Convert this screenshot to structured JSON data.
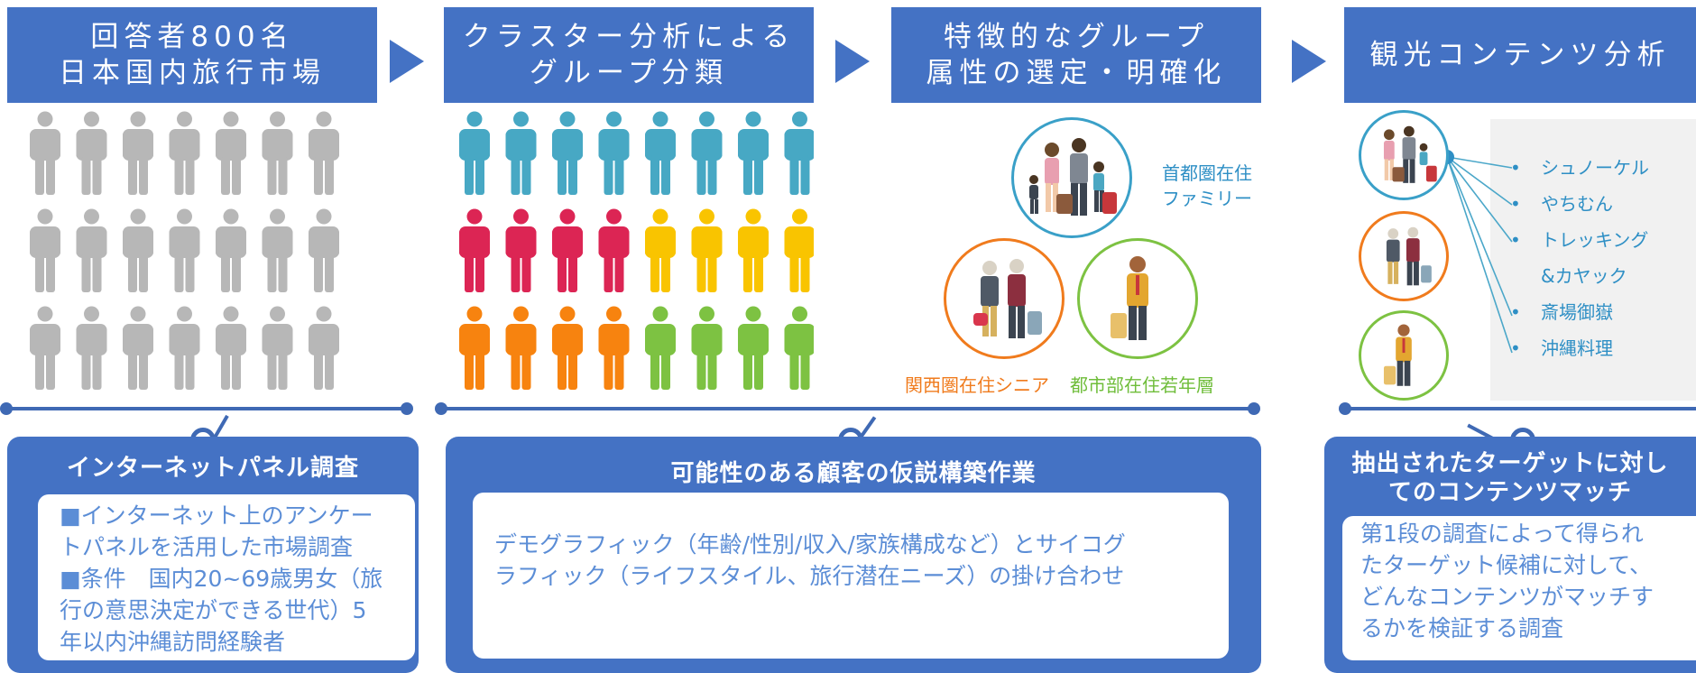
{
  "colors": {
    "header_blue": "#4472c4",
    "person_gray": "#b7b7b7",
    "teal": "#47a8c4",
    "crimson": "#dc2554",
    "amber": "#f9c400",
    "orange": "#f7830f",
    "green": "#7dc242",
    "ring_teal": "#3aa0c8",
    "ring_orange": "#f07b1d",
    "ring_green": "#7dc242"
  },
  "step1": {
    "title_line1": "回答者800名",
    "title_line2": "日本国内旅行市場"
  },
  "step2": {
    "title_line1": "クラスター分析による",
    "title_line2": "グループ分類"
  },
  "step3": {
    "title_line1": "特徴的なグループ",
    "title_line2": "属性の選定・明確化",
    "groups": [
      {
        "label_line1": "首都圏在住",
        "label_line2": "ファミリー",
        "icon": "family-illustration"
      },
      {
        "label": "関西圏在住シニア",
        "icon": "senior-couple-illustration"
      },
      {
        "label": "都市部在住若年層",
        "icon": "young-traveler-illustration"
      }
    ]
  },
  "step4": {
    "title": "観光コンテンツ分析",
    "contents": [
      {
        "line1": "シュノーケル"
      },
      {
        "line1": "やちむん"
      },
      {
        "line1": "トレッキング",
        "line2": "&カヤック"
      },
      {
        "line1": "斎場御嶽"
      },
      {
        "line1": "沖縄料理"
      }
    ],
    "bullet": "•"
  },
  "panel1": {
    "title": "インターネットパネル調査",
    "body_lines": [
      "■インターネット上のアンケー",
      "トパネルを活用した市場調査",
      "■条件　国内20~69歳男女（旅",
      "行の意思決定ができる世代）5",
      "年以内沖縄訪問経験者"
    ]
  },
  "panel2": {
    "title": "可能性のある顧客の仮説構築作業",
    "body_lines": [
      "デモグラフィック（年齢/性別/収入/家族構成など）とサイコグ",
      "ラフィック（ライフスタイル、旅行潜在ニーズ）の掛け合わせ"
    ]
  },
  "panel3": {
    "title_line1": "抽出されたターゲットに対し",
    "title_line2": "てのコンテンツマッチ",
    "body_lines": [
      "第1段の調査によって得られ",
      "たターゲット候補に対して、",
      "どんなコンテンツがマッチす",
      "るかを検証する調査"
    ]
  }
}
